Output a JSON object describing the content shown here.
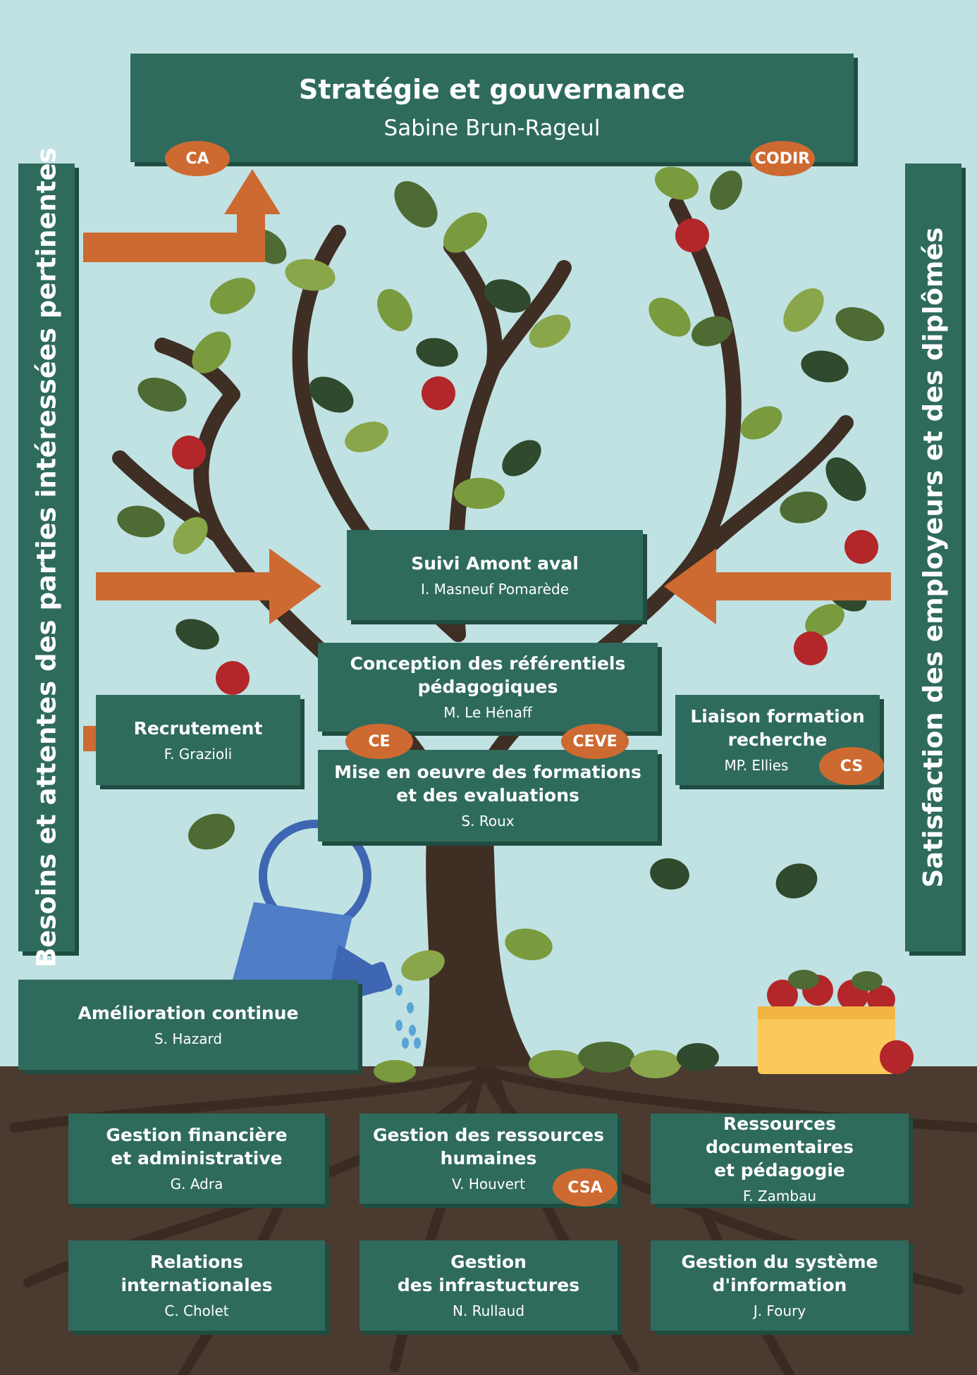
{
  "governance": {
    "title": "Stratégie et gouvernance",
    "person": "Sabine Brun-Rageul"
  },
  "badges": {
    "ca": "CA",
    "codir": "CODIR",
    "ce": "CE",
    "ceve": "CEVE",
    "cs": "CS",
    "csa": "CSA"
  },
  "left_banner": "Besoins et attentes des parties intéressées pertinentes",
  "right_banner": "Satisfaction des employeurs et des diplômés",
  "processes": {
    "suivi": {
      "title": "Suivi Amont aval",
      "person": "I. Masneuf Pomarède"
    },
    "conception": {
      "title": "Conception des référentiels\npédagogiques",
      "person": "M. Le Hénaff"
    },
    "mise_en_oeuvre": {
      "title": "Mise en oeuvre des formations\net des evaluations",
      "person": "S. Roux"
    },
    "recrutement": {
      "title": "Recrutement",
      "person": "F. Grazioli"
    },
    "liaison": {
      "title": "Liaison formation\nrecherche",
      "person": "MP. Ellies"
    },
    "amelioration": {
      "title": "Amélioration continue",
      "person": "S. Hazard"
    }
  },
  "support": {
    "finance": {
      "title": "Gestion financière\net administrative",
      "person": "G. Adra"
    },
    "rh": {
      "title": "Gestion des ressources\nhumaines",
      "person": "V. Houvert"
    },
    "docs": {
      "title": "Ressources documentaires\net pédagogie",
      "person": "F. Zambau"
    },
    "international": {
      "title": "Relations\ninternationales",
      "person": "C. Cholet"
    },
    "infrastructures": {
      "title": "Gestion\ndes infrastuctures",
      "person": "N. Rullaud"
    },
    "si": {
      "title": "Gestion du système\nd'information",
      "person": "J. Foury"
    }
  },
  "colors": {
    "sky": "#c1e2e3",
    "box": "#2f6b5c",
    "badge": "#cd6a31",
    "soil": "#4a3a30",
    "trunk": "#3f2e24"
  }
}
